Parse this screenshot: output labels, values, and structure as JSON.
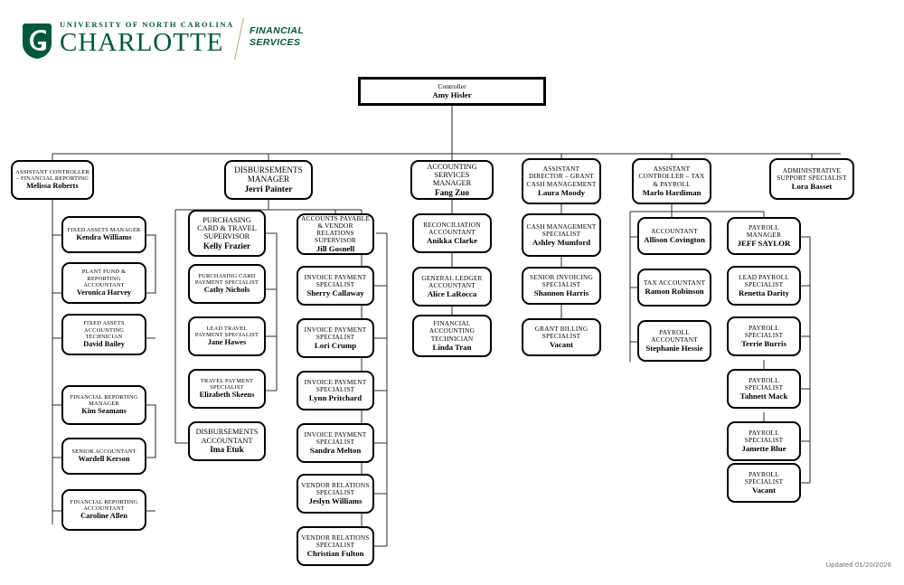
{
  "logo": {
    "line1": "UNIVERSITY OF NORTH CAROLINA",
    "line2": "CHARLOTTE",
    "dept_line1": "FINANCIAL",
    "dept_line2": "SERVICES",
    "brand_color": "#00583d",
    "rule_color": "#b9a77a"
  },
  "footer": {
    "updated": "Updated 01/20/2026"
  },
  "nodes": [
    {
      "id": "root",
      "title": "Controller",
      "name": "Amy Hisler"
    },
    {
      "id": "l2a",
      "title": "ASSISTANT CONTROLLER – FINANCIAL REPORTING",
      "name": "Melissa Roberts"
    },
    {
      "id": "l2b",
      "title": "DISBURSEMENTS MANAGER",
      "name": "Jerri Painter"
    },
    {
      "id": "l2c",
      "title": "ACCOUNTING SERVICES MANAGER",
      "name": "Fang Zuo"
    },
    {
      "id": "l2d",
      "title": "ASSISTANT DIRECTOR – GRANT CASH MANAGEMENT",
      "name": "Laura Moody"
    },
    {
      "id": "l2e",
      "title": "ASSISTANT CONTROLLER – TAX & PAYROLL",
      "name": "Marlo Hardiman"
    },
    {
      "id": "l2f",
      "title": "ADMINISTRATIVE SUPPORT SPECIALIST",
      "name": "Lora Basset"
    },
    {
      "id": "a1",
      "title": "FIXED ASSETS MANAGER",
      "name": "Kendra Williams"
    },
    {
      "id": "a2",
      "title": "PLANT FUND & REPORTING ACCOUNTANT",
      "name": "Veronica Harvey"
    },
    {
      "id": "a3",
      "title": "FIXED ASSETS ACCOUNTING TECHNICIAN",
      "name": "David Bailey"
    },
    {
      "id": "a4",
      "title": "FINANCIAL REPORTING MANAGER",
      "name": "Kim Seamans"
    },
    {
      "id": "a5",
      "title": "SENIOR ACCOUNTANT",
      "name": "Wardell Kerson"
    },
    {
      "id": "a6",
      "title": "FINANCIAL REPORTING ACCOUNTANT",
      "name": "Caroline Allen"
    },
    {
      "id": "b1",
      "title": "PURCHASING CARD & TRAVEL SUPERVISOR",
      "name": "Kelly Frazier"
    },
    {
      "id": "b2",
      "title": "PURCHASING CARD PAYMENT SPECIALIST",
      "name": "Cathy Nichols"
    },
    {
      "id": "b3",
      "title": "LEAD TRAVEL PAYMENT SPECIALIST",
      "name": "Jane Hawes"
    },
    {
      "id": "b4",
      "title": "TRAVEL PAYMENT SPECIALIST",
      "name": "Elizabeth Skeens"
    },
    {
      "id": "b5",
      "title": "DISBURSEMENTS ACCOUNTANT",
      "name": "Ima Etuk"
    },
    {
      "id": "c1",
      "title": "ACCOUNTS PAYABLE & VENDOR RELATIONS SUPERVISOR",
      "name": "Jill Gosnell"
    },
    {
      "id": "c2",
      "title": "INVOICE PAYMENT SPECIALIST",
      "name": "Sherry Callaway"
    },
    {
      "id": "c3",
      "title": "INVOICE PAYMENT SPECIALIST",
      "name": "Lori Crump"
    },
    {
      "id": "c4",
      "title": "INVOICE PAYMENT SPECIALIST",
      "name": "Lynn Pritchard"
    },
    {
      "id": "c5",
      "title": "INVOICE PAYMENT SPECIALIST",
      "name": "Sandra Melton"
    },
    {
      "id": "c6",
      "title": "VENDOR RELATIONS SPECIALIST",
      "name": "Jeslyn Williams"
    },
    {
      "id": "c7",
      "title": "VENDOR RELATIONS SPECIALIST",
      "name": "Christian Fulton"
    },
    {
      "id": "d1",
      "title": "RECONCILIATION ACCOUNTANT",
      "name": "Anikka Clarke"
    },
    {
      "id": "d2",
      "title": "GENERAL LEDGER ACCOUNTANT",
      "name": "Alice LaRocca"
    },
    {
      "id": "d3",
      "title": "FINANCIAL ACCOUNTING TECHNICIAN",
      "name": "Linda Tran"
    },
    {
      "id": "e1",
      "title": "CASH MANAGEMENT SPECIALIST",
      "name": "Ashley Mumford"
    },
    {
      "id": "e2",
      "title": "SENIOR INVOICING SPECIALIST",
      "name": "Shannon Harris"
    },
    {
      "id": "e3",
      "title": "GRANT BILLING SPECIALIST",
      "name": "Vacant"
    },
    {
      "id": "f1",
      "title": "ACCOUNTANT",
      "name": "Allison Covington"
    },
    {
      "id": "f2",
      "title": "TAX ACCOUNTANT",
      "name": "Ramon Robinson"
    },
    {
      "id": "f3",
      "title": "PAYROLL ACCOUNTANT",
      "name": "Stephanie Hessie"
    },
    {
      "id": "g1",
      "title": "PAYROLL MANAGER",
      "name": "JEFF SAYLOR"
    },
    {
      "id": "g2",
      "title": "LEAD PAYROLL SPECIALIST",
      "name": "Renetta Darity"
    },
    {
      "id": "g3",
      "title": "PAYROLL SPECIALIST",
      "name": "Terrie Burris"
    },
    {
      "id": "g4",
      "title": "PAYROLL SPECIALIST",
      "name": "Tahnett Mack"
    },
    {
      "id": "g5",
      "title": "PAYROLL SPECIALIST",
      "name": "Jamette Blue"
    },
    {
      "id": "g6",
      "title": "PAYROLL SPECIALIST",
      "name": "Vacant"
    }
  ]
}
